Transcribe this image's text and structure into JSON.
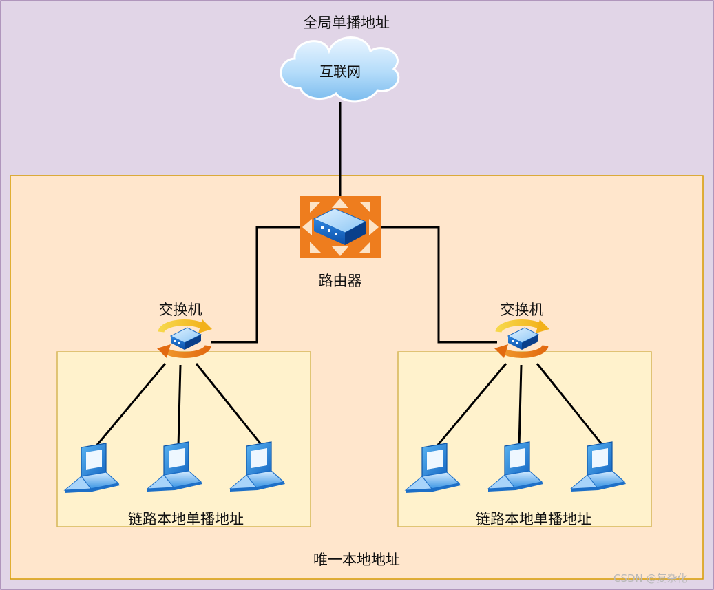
{
  "zones": {
    "global_label": "全局单播地址",
    "unique_local_label": "唯一本地地址",
    "link_local_left_label": "链路本地单播地址",
    "link_local_right_label": "链路本地单播地址"
  },
  "nodes": {
    "cloud_label": "互联网",
    "router_label": "路由器",
    "switch_left_label": "交换机",
    "switch_right_label": "交换机"
  },
  "watermark": "CSDN @复杂化",
  "colors": {
    "global_zone_fill": "#e1d5e7",
    "global_zone_stroke": "#9673a6",
    "unique_local_fill": "#ffe6cc",
    "unique_local_stroke": "#d79b00",
    "link_local_fill": "#fff2cc",
    "link_local_stroke": "#d6b656",
    "router_orange": "#ee7d1e",
    "device_blue": "#2b8de0",
    "connector": "#000000"
  },
  "icons": {
    "cloud": "internet-cloud-icon",
    "router": "router-icon",
    "switch": "switch-icon",
    "laptop": "laptop-icon"
  }
}
